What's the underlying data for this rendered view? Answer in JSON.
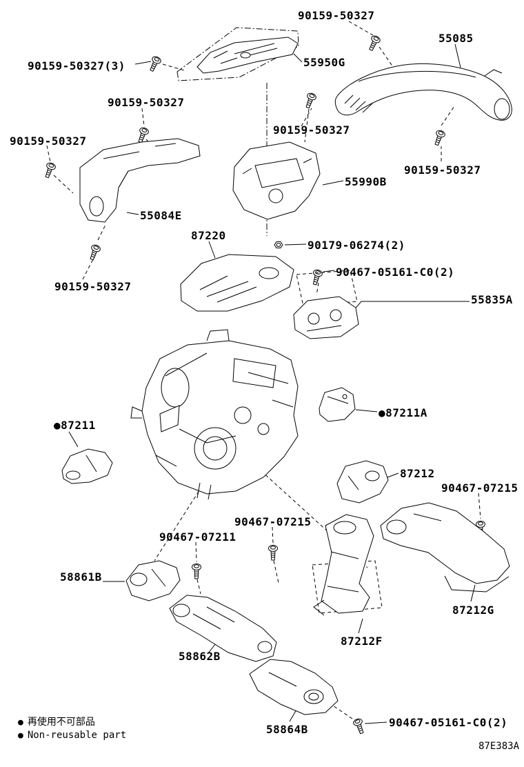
{
  "diagram": {
    "figure_code": "87E383A",
    "legend": {
      "bullet": "●",
      "jp": "再使用不可部品",
      "en": "Non-reusable part"
    },
    "labels": [
      {
        "text": "90159-50327"
      },
      {
        "text": "55085"
      },
      {
        "text": "90159-50327(3)"
      },
      {
        "text": "55950G"
      },
      {
        "text": "90159-50327"
      },
      {
        "text": "90159-50327"
      },
      {
        "text": "90159-50327"
      },
      {
        "text": "90159-50327"
      },
      {
        "text": "55990B"
      },
      {
        "text": "55084E"
      },
      {
        "text": "87220"
      },
      {
        "text": "90179-06274(2)"
      },
      {
        "text": "90467-05161-C0(2)"
      },
      {
        "text": "90159-50327"
      },
      {
        "text": "55835A"
      },
      {
        "text": "●87211"
      },
      {
        "text": "●87211A"
      },
      {
        "text": "87212"
      },
      {
        "text": "90467-07215"
      },
      {
        "text": "90467-07215"
      },
      {
        "text": "90467-07211"
      },
      {
        "text": "58861B"
      },
      {
        "text": "87212G"
      },
      {
        "text": "58862B"
      },
      {
        "text": "87212F"
      },
      {
        "text": "58864B"
      },
      {
        "text": "90467-05161-C0(2)"
      }
    ]
  }
}
